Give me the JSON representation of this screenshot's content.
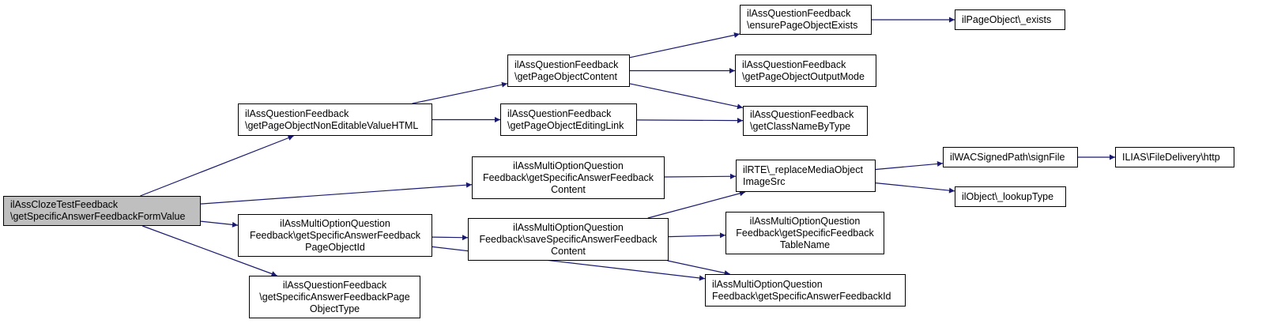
{
  "graph": {
    "colors": {
      "edge": "#191970",
      "node_border": "#000000",
      "root_fill": "#bfbfbf"
    },
    "nodes": {
      "n0": {
        "lines": [
          "ilAssClozeTestFeedback",
          "\\getSpecificAnswerFeedbackFormValue"
        ]
      },
      "n1": {
        "lines": [
          "ilAssQuestionFeedback",
          "\\getPageObjectNonEditableValueHTML"
        ]
      },
      "n2": {
        "lines": [
          "ilAssMultiOptionQuestion",
          "Feedback\\getSpecificAnswerFeedback",
          "Content"
        ]
      },
      "n3": {
        "lines": [
          "ilAssMultiOptionQuestion",
          "Feedback\\getSpecificAnswerFeedback",
          "PageObjectId"
        ]
      },
      "n4": {
        "lines": [
          "ilAssQuestionFeedback",
          "\\getSpecificAnswerFeedbackPage",
          "ObjectType"
        ]
      },
      "n5": {
        "lines": [
          "ilAssQuestionFeedback",
          "\\getPageObjectContent"
        ]
      },
      "n6": {
        "lines": [
          "ilAssQuestionFeedback",
          "\\getPageObjectEditingLink"
        ]
      },
      "n7": {
        "lines": [
          "ilAssQuestionFeedback",
          "\\ensurePageObjectExists"
        ]
      },
      "n8": {
        "lines": [
          "ilAssQuestionFeedback",
          "\\getPageObjectOutputMode"
        ]
      },
      "n9": {
        "lines": [
          "ilAssQuestionFeedback",
          "\\getClassNameByType"
        ]
      },
      "n10": {
        "lines": [
          "ilPageObject\\_exists"
        ]
      },
      "n11": {
        "lines": [
          "ilRTE\\_replaceMediaObject",
          "ImageSrc"
        ]
      },
      "n12": {
        "lines": [
          "ilAssMultiOptionQuestion",
          "Feedback\\saveSpecificAnswerFeedback",
          "Content"
        ]
      },
      "n13": {
        "lines": [
          "ilAssMultiOptionQuestion",
          "Feedback\\getSpecificFeedback",
          "TableName"
        ]
      },
      "n14": {
        "lines": [
          "ilAssMultiOptionQuestion",
          "Feedback\\getSpecificAnswerFeedbackId"
        ]
      },
      "n15": {
        "lines": [
          "ilWACSignedPath\\signFile"
        ]
      },
      "n16": {
        "lines": [
          "ilObject\\_lookupType"
        ]
      },
      "n17": {
        "lines": [
          "ILIAS\\FileDelivery\\http"
        ]
      }
    },
    "edges": [
      [
        "n0",
        "n1"
      ],
      [
        "n0",
        "n2"
      ],
      [
        "n0",
        "n3"
      ],
      [
        "n0",
        "n4"
      ],
      [
        "n1",
        "n5"
      ],
      [
        "n1",
        "n6"
      ],
      [
        "n5",
        "n7"
      ],
      [
        "n5",
        "n8"
      ],
      [
        "n5",
        "n9"
      ],
      [
        "n6",
        "n9"
      ],
      [
        "n7",
        "n10"
      ],
      [
        "n2",
        "n11"
      ],
      [
        "n3",
        "n12"
      ],
      [
        "n3",
        "n14"
      ],
      [
        "n12",
        "n11"
      ],
      [
        "n12",
        "n13"
      ],
      [
        "n12",
        "n14"
      ],
      [
        "n11",
        "n15"
      ],
      [
        "n11",
        "n16"
      ],
      [
        "n15",
        "n17"
      ]
    ]
  }
}
